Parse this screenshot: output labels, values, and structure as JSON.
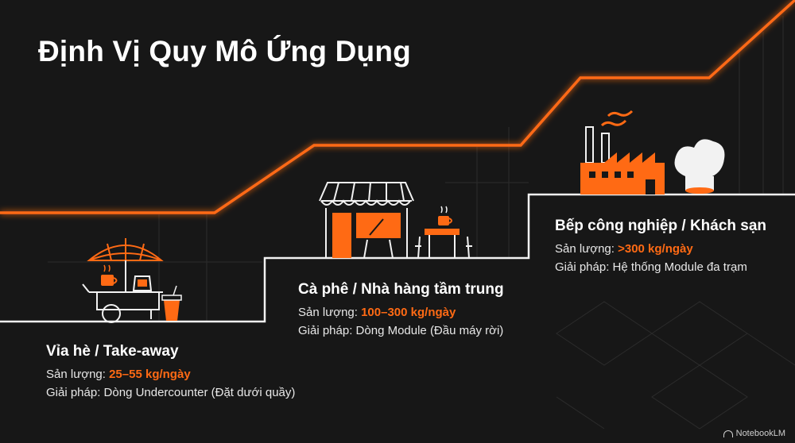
{
  "title": "Định Vị Quy Mô Ứng Dụng",
  "colors": {
    "accent": "#ff6a14",
    "background": "#171717",
    "text": "#ffffff",
    "stairs": "#f2f2f2"
  },
  "tiers": [
    {
      "name": "Vỉa hè / Take-away",
      "output_label": "Sản lượng: ",
      "output_value": "25–55 kg/ngày",
      "solution": "Giải pháp: Dòng Undercounter (Đặt dưới quầy)",
      "icons": [
        "street-cart-icon",
        "umbrella-icon",
        "coffee-cup-icon",
        "kettle-icon",
        "takeaway-cup-icon"
      ]
    },
    {
      "name": "Cà phê / Nhà hàng tầm trung",
      "output_label": "Sản lượng: ",
      "output_value": "100–300 kg/ngày",
      "solution": "Giải pháp: Dòng Module (Đầu máy rời)",
      "icons": [
        "storefront-icon",
        "cafe-table-icon",
        "coffee-cup-icon"
      ]
    },
    {
      "name": "Bếp công nghiệp / Khách sạn",
      "output_label": "Sản lượng: ",
      "output_value": ">300 kg/ngày",
      "solution": "Giải pháp: Hệ thống Module đa trạm",
      "icons": [
        "factory-icon",
        "chef-hat-icon"
      ]
    }
  ],
  "badge": "NotebookLM"
}
